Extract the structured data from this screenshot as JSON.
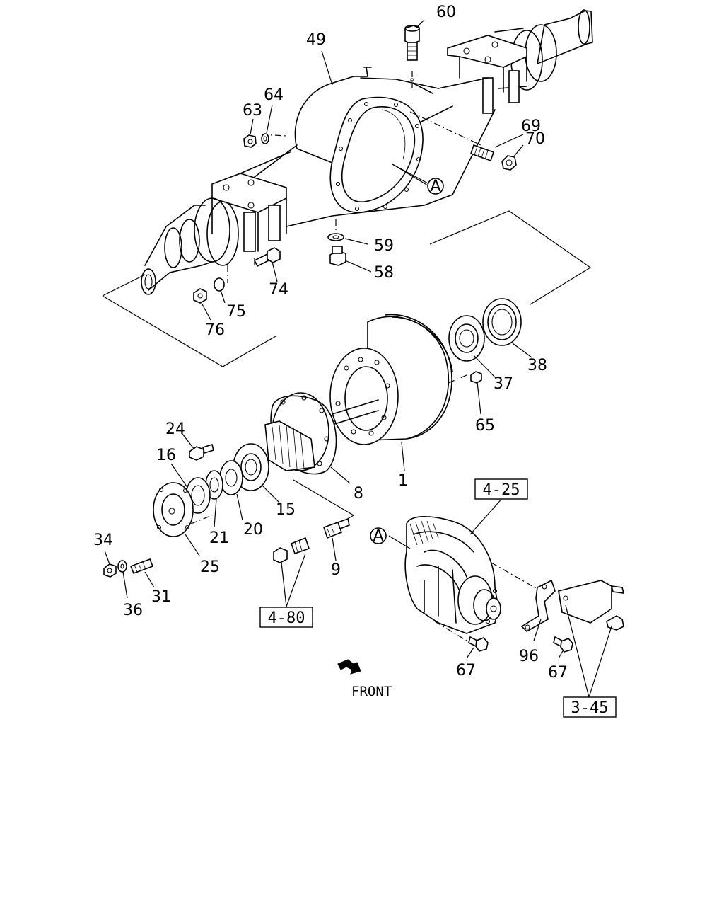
{
  "part_numbers": {
    "p60": "60",
    "p49": "49",
    "p64": "64",
    "p63": "63",
    "p69": "69",
    "p70": "70",
    "p59": "59",
    "p58": "58",
    "p74": "74",
    "p75": "75",
    "p76": "76",
    "p38": "38",
    "p37": "37",
    "p65": "65",
    "p1": "1",
    "p8": "8",
    "p24": "24",
    "p16": "16",
    "p15": "15",
    "p20": "20",
    "p21": "21",
    "p25": "25",
    "p34": "34",
    "p36": "36",
    "p31": "31",
    "p9": "9",
    "p67a": "67",
    "p67b": "67",
    "p96": "96"
  },
  "callouts": {
    "a1": "A",
    "a2": "A"
  },
  "references": {
    "r425": "4-25",
    "r480": "4-80",
    "r345": "3-45"
  },
  "front_label": "FRONT",
  "icons": {
    "front_arrow": "front-arrow-icon"
  }
}
